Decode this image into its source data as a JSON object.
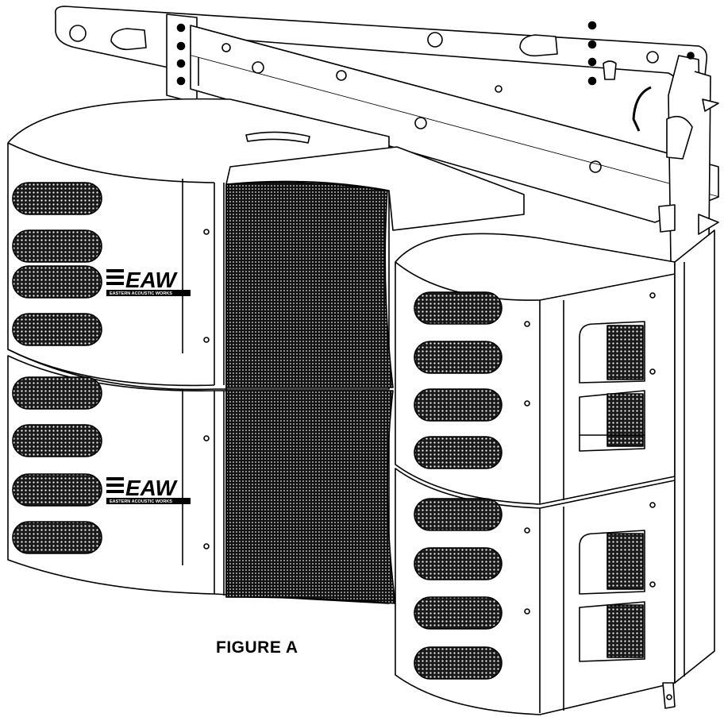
{
  "figure": {
    "caption": "FIGURE A",
    "brand_logos": [
      {
        "mark": "EAW",
        "tagline": "EASTERN ACOUSTIC WORKS"
      },
      {
        "mark": "EAW",
        "tagline": "EASTERN ACOUSTIC WORKS"
      }
    ]
  },
  "colors": {
    "line": "#000000",
    "grille": "#1a1a1a",
    "background": "#ffffff"
  }
}
